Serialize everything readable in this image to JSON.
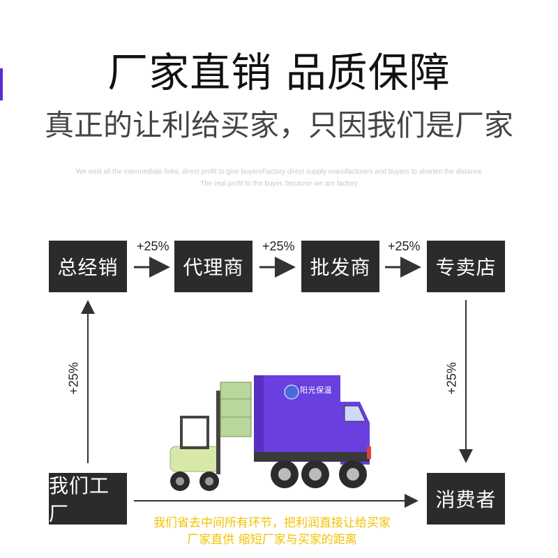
{
  "header": {
    "title": "厂家直销 品质保障",
    "subtitle": "真正的让利给买家，只因我们是厂家",
    "english_line1": "We omit all the intermediate links, direct profit to give buyersFactory direct supply manufacturers and buyers to shorten the distance",
    "english_line2": "The real profit to the buyer, because we are factory"
  },
  "flow": {
    "distributor": "总经销",
    "agent": "代理商",
    "wholesaler": "批发商",
    "store": "专卖店",
    "factory": "我们工厂",
    "consumer": "消费者",
    "markup": "+25%"
  },
  "caption": {
    "line1": "我们省去中间所有环节，把利润直接让给买家",
    "line2": "厂家直供 缩短厂家与买家的距离"
  },
  "truck": {
    "brand_text": "阳光保温"
  },
  "colors": {
    "box": "#2b2b2b",
    "caption": "#f2c200",
    "truck": "#6a3fe0",
    "forklift": "#d8e8a8"
  }
}
